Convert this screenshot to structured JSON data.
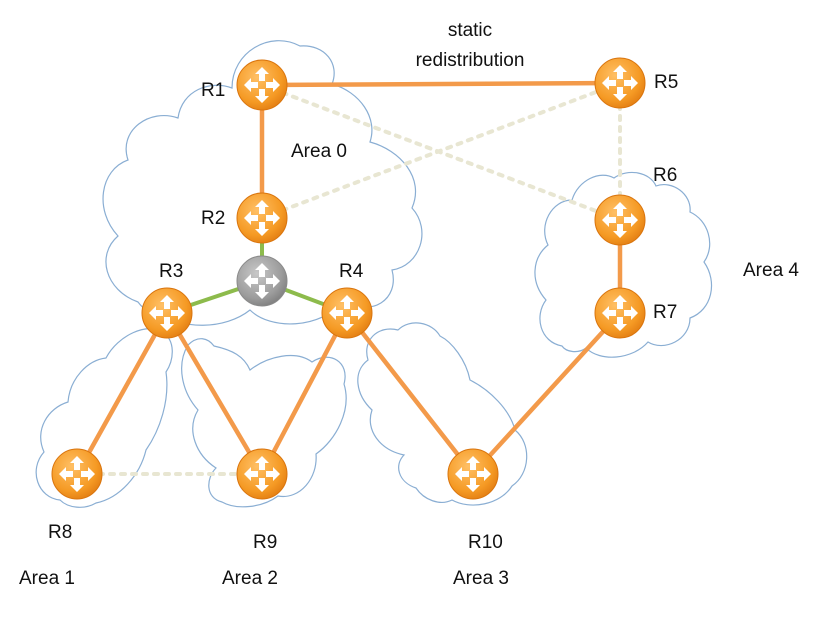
{
  "colors": {
    "router_orange": "#f7a235",
    "router_gray": "#a3a3a3",
    "link_orange": "#f39a4a",
    "link_green": "#8dbb4c",
    "link_dotted": "#e8e6d2",
    "cloud_stroke": "#8aaed3"
  },
  "routers": [
    {
      "id": "R1",
      "label": "R1"
    },
    {
      "id": "R2",
      "label": "R2"
    },
    {
      "id": "R3",
      "label": "R3"
    },
    {
      "id": "R4",
      "label": "R4"
    },
    {
      "id": "R5",
      "label": "R5"
    },
    {
      "id": "R6",
      "label": "R6"
    },
    {
      "id": "R7",
      "label": "R7"
    },
    {
      "id": "R8",
      "label": "R8"
    },
    {
      "id": "R9",
      "label": "R9"
    },
    {
      "id": "R10",
      "label": "R10"
    },
    {
      "id": "PN",
      "label": ""
    }
  ],
  "areas": {
    "area0": "Area 0",
    "area1": "Area 1",
    "area2": "Area 2",
    "area3": "Area 3",
    "area4": "Area 4"
  },
  "annotation": {
    "line1": "static",
    "line2": "redistribution"
  },
  "links": [
    {
      "from": "R1",
      "to": "R5",
      "style": "solid"
    },
    {
      "from": "R1",
      "to": "R2",
      "style": "solid"
    },
    {
      "from": "R2",
      "to": "PN",
      "style": "green"
    },
    {
      "from": "PN",
      "to": "R3",
      "style": "green"
    },
    {
      "from": "PN",
      "to": "R4",
      "style": "green"
    },
    {
      "from": "R3",
      "to": "R8",
      "style": "solid"
    },
    {
      "from": "R3",
      "to": "R9",
      "style": "solid"
    },
    {
      "from": "R4",
      "to": "R9",
      "style": "solid"
    },
    {
      "from": "R4",
      "to": "R10",
      "style": "solid"
    },
    {
      "from": "R10",
      "to": "R7",
      "style": "solid"
    },
    {
      "from": "R6",
      "to": "R7",
      "style": "solid"
    },
    {
      "from": "R1",
      "to": "R6",
      "style": "dotted"
    },
    {
      "from": "R2",
      "to": "R5",
      "style": "dotted"
    },
    {
      "from": "R5",
      "to": "R6",
      "style": "dotted"
    },
    {
      "from": "R8",
      "to": "R9",
      "style": "dotted"
    }
  ]
}
